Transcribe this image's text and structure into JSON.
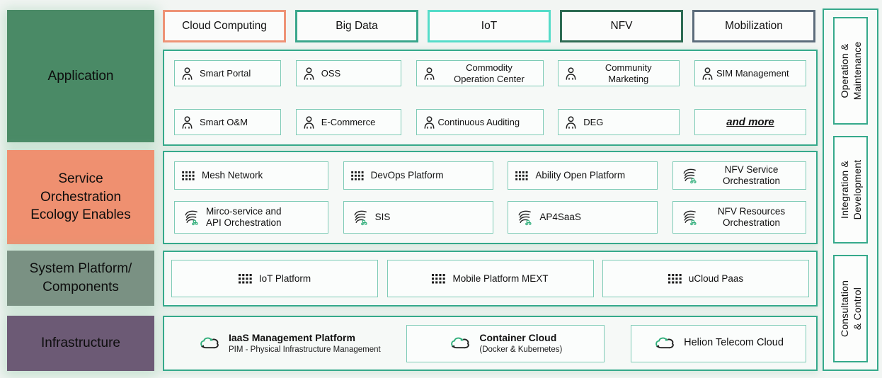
{
  "colors": {
    "container_border": "#35a98b",
    "inner_box_border": "#7ecbb6",
    "icon_green": "#2fae7a",
    "application_green": "#4a8a66",
    "service_salmon": "#ef9070",
    "system_gray_green": "#7a9183",
    "infrastructure_purple": "#6c5a75"
  },
  "layers": {
    "application": {
      "label": "Application"
    },
    "service_orchestration": {
      "label": "Service\nOrchestration\nEcology Enables"
    },
    "system_platform": {
      "label": "System Platform/\nComponents"
    },
    "infrastructure": {
      "label": "Infrastructure"
    }
  },
  "categories": [
    {
      "label": "Cloud Computing",
      "border": "#ee9376"
    },
    {
      "label": "Big Data",
      "border": "#3aa78c"
    },
    {
      "label": "IoT",
      "border": "#55dcc9"
    },
    {
      "label": "NFV",
      "border": "#2d6b53"
    },
    {
      "label": "Mobilization",
      "border": "#5c6c7b"
    }
  ],
  "application_apps": {
    "row1": [
      {
        "label": "Smart Portal",
        "icon": "person-icon"
      },
      {
        "label": "OSS",
        "icon": "person-icon"
      },
      {
        "label": "Commodity\nOperation Center",
        "icon": "person-icon"
      },
      {
        "label": "Community\nMarketing",
        "icon": "person-icon"
      },
      {
        "label": "SIM Management",
        "icon": "person-icon"
      }
    ],
    "row2": [
      {
        "label": "Smart O&M",
        "icon": "person-icon"
      },
      {
        "label": "E-Commerce",
        "icon": "person-icon"
      },
      {
        "label": "Continuous Auditing",
        "icon": "person-icon"
      },
      {
        "label": "DEG",
        "icon": "person-icon"
      },
      {
        "label": "and more"
      }
    ]
  },
  "service_orchestration": {
    "row1": [
      {
        "label": "Mesh Network",
        "icon": "grid-icon"
      },
      {
        "label": "DevOps Platform",
        "icon": "grid-icon"
      },
      {
        "label": "Ability Open Platform",
        "icon": "grid-icon"
      },
      {
        "label": "NFV Service\nOrchestration",
        "icon": "orchestration-swirl-icon"
      }
    ],
    "row2": [
      {
        "label": "Mirco-service and\nAPI Orchestration",
        "icon": "orchestration-swirl-icon"
      },
      {
        "label": "SIS",
        "icon": "orchestration-swirl-icon"
      },
      {
        "label": "AP4SaaS",
        "icon": "orchestration-swirl-icon"
      },
      {
        "label": "NFV Resources\nOrchestration",
        "icon": "orchestration-swirl-icon"
      }
    ]
  },
  "system_platform": {
    "items": [
      {
        "label": "IoT Platform",
        "icon": "grid-icon"
      },
      {
        "label": "Mobile Platform MEXT",
        "icon": "grid-icon"
      },
      {
        "label": "uCloud Paas",
        "icon": "grid-icon"
      }
    ]
  },
  "infrastructure": {
    "items": [
      {
        "title": "IaaS Management Platform",
        "subtitle": "PIM - Physical Infrastructure Management",
        "icon": "cloud-sync-icon"
      },
      {
        "title": "Container Cloud",
        "subtitle": "(Docker & Kubernetes)",
        "icon": "cloud-sync-icon"
      },
      {
        "title": "Helion Telecom Cloud",
        "icon": "cloud-sync-icon"
      }
    ]
  },
  "right_sidebar": {
    "items": [
      {
        "label": "Operation &\nMaintenance"
      },
      {
        "label": "Integration &\nDevelopment"
      },
      {
        "label": "Consultation & Control"
      }
    ]
  }
}
